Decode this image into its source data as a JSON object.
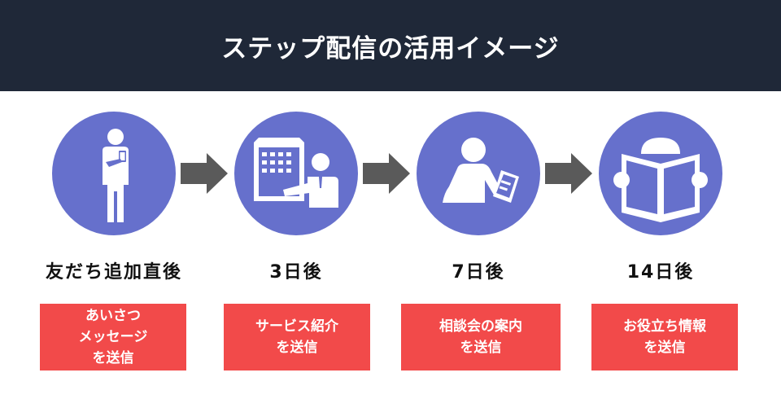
{
  "header": {
    "title": "ステップ配信の活用イメージ"
  },
  "colors": {
    "header_bg": "#1f2838",
    "circle": "#6670cc",
    "arrow": "#5a5a5a",
    "box": "#f24a4a"
  },
  "steps": [
    {
      "icon": "person-with-phone-icon",
      "label": "友だち追加直後",
      "message": "あいさつ\nメッセージ\nを送信"
    },
    {
      "icon": "presenter-with-chart-icon",
      "label": "3日後",
      "message": "サービス紹介\nを送信"
    },
    {
      "icon": "person-writing-icon",
      "label": "7日後",
      "message": "相談会の案内\nを送信"
    },
    {
      "icon": "person-reading-icon",
      "label": "14日後",
      "message": "お役立ち情報\nを送信"
    }
  ]
}
